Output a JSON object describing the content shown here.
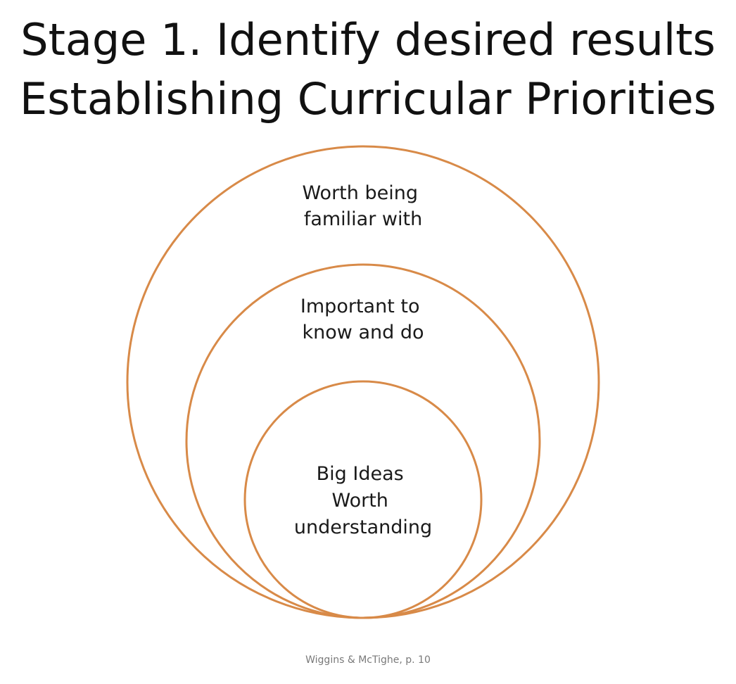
{
  "title": {
    "line1": "Stage 1. Identify desired results",
    "line2": "Establishing Curricular Priorities"
  },
  "diagram": {
    "colors": {
      "ring_stroke": "#d88a48"
    },
    "rings": [
      {
        "id": "outer",
        "lines": [
          "Worth being",
          "familiar with"
        ]
      },
      {
        "id": "middle",
        "lines": [
          "Important to",
          "know and do"
        ]
      },
      {
        "id": "inner",
        "lines": [
          "Big Ideas",
          "Worth",
          "understanding"
        ]
      }
    ]
  },
  "citation": "Wiggins & McTighe, p. 10"
}
